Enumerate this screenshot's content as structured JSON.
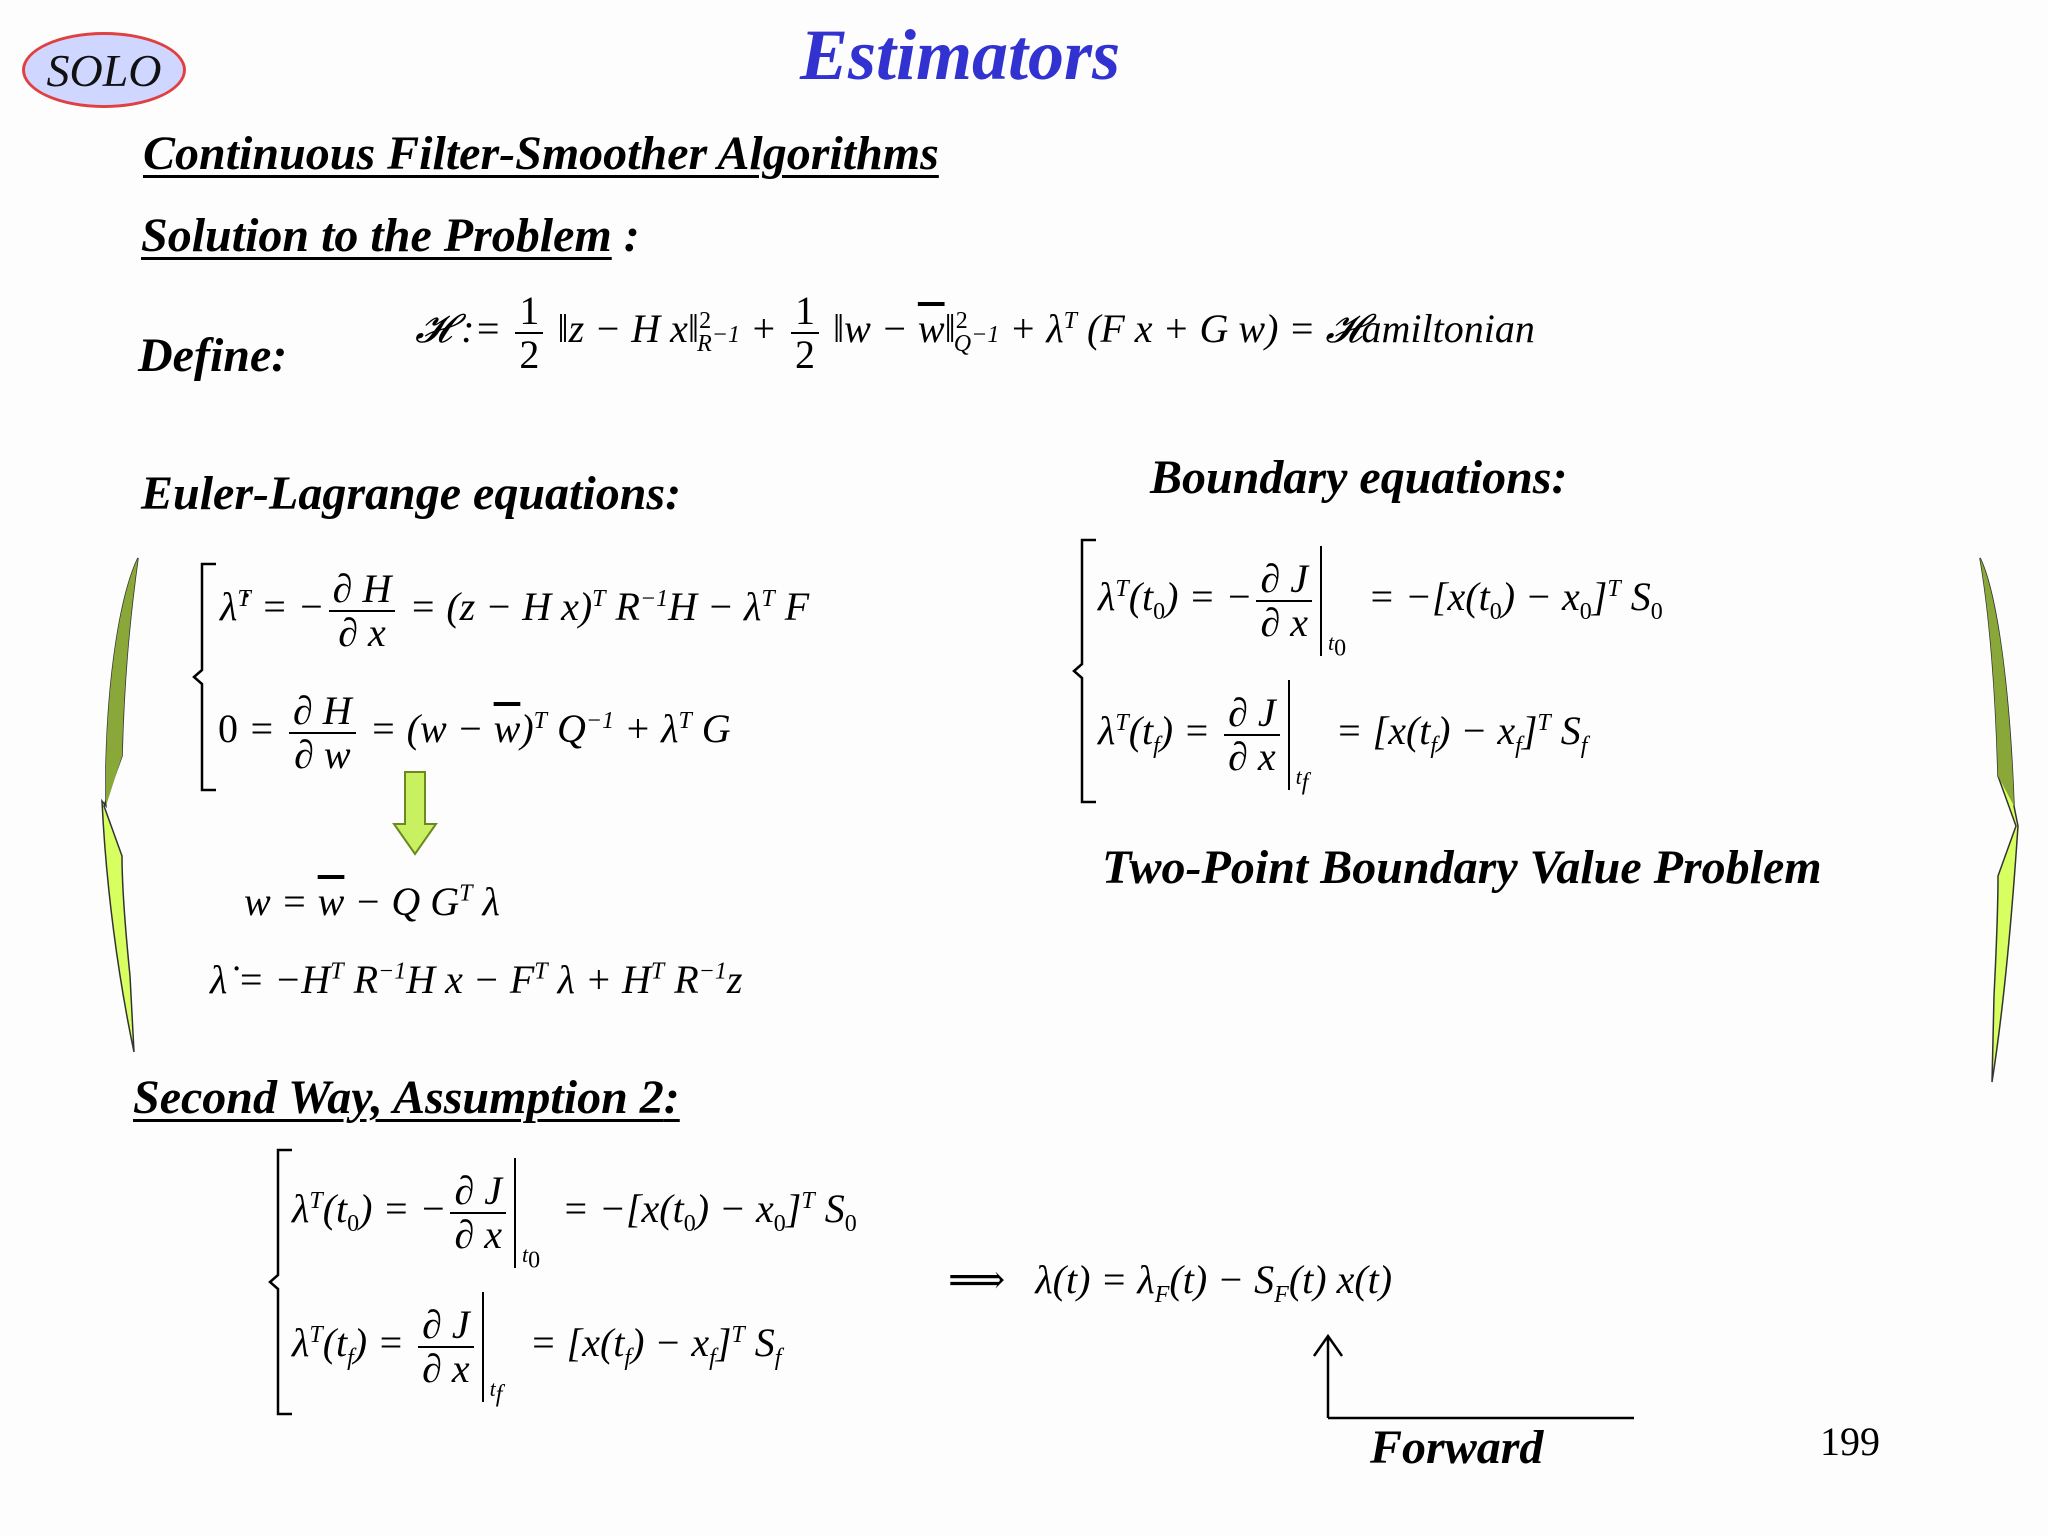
{
  "badge": "SOLO",
  "title": "Estimators",
  "heading_continuous": "Continuous Filter-Smoother Algorithms",
  "heading_solution": "Solution to the Problem",
  "solution_colon": ":",
  "define_label": "Define:",
  "euler_heading": "Euler-Lagrange equations",
  "boundary_heading": "Boundary equations",
  "colon": ":",
  "two_point": "Two-Point Boundary Value Problem",
  "second_way": "Second Way, Assumption 2",
  "forward": "Forward",
  "page_number": "199",
  "colors": {
    "title": "#3232d0",
    "badge_fill": "#cfd6ff",
    "badge_border": "#e04040",
    "arrow_fill": "#c8f060",
    "brace_dark": "#8aa83a",
    "brace_light": "#d8ff60"
  }
}
